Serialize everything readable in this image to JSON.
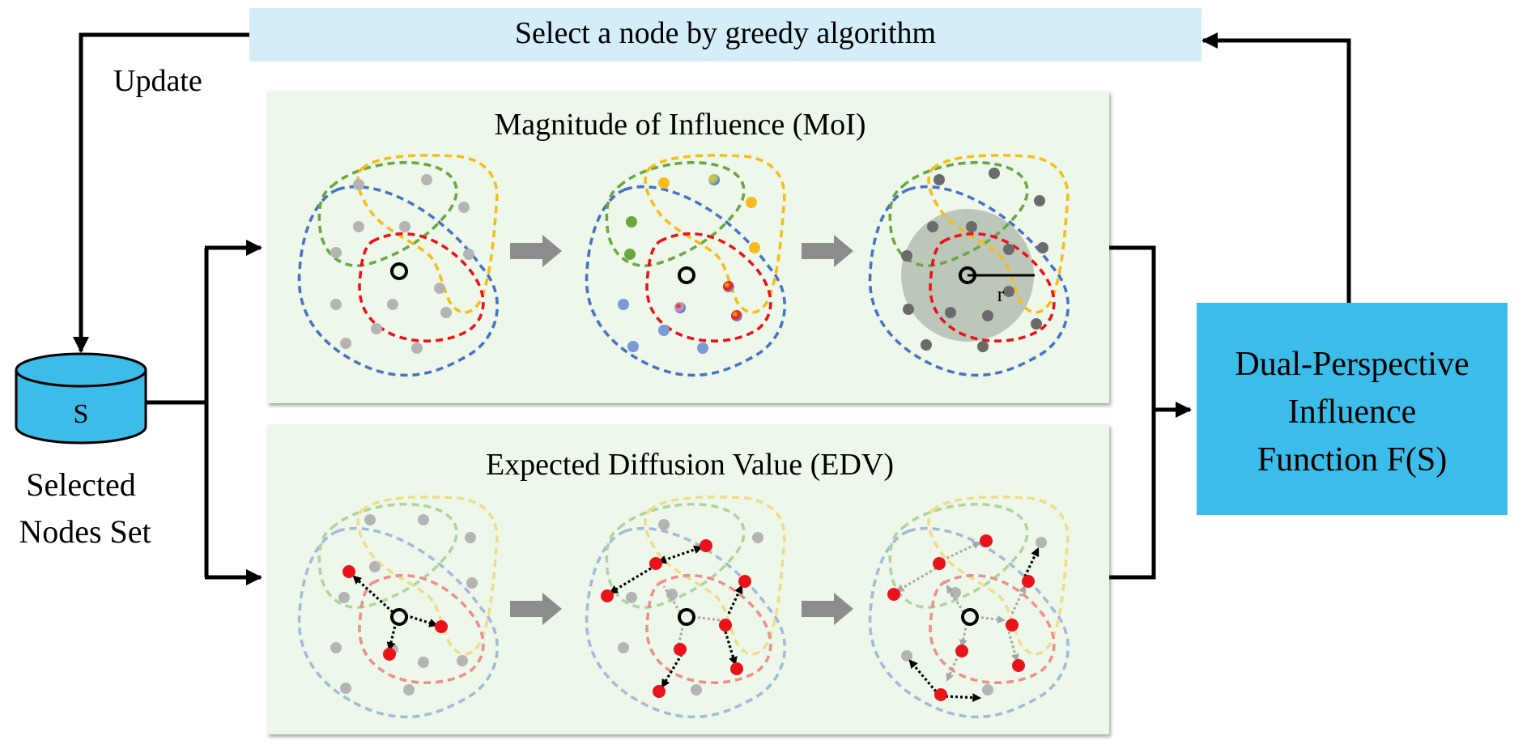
{
  "top_box": {
    "label": "Select a node by greedy algorithm"
  },
  "update_label": "Update",
  "nodes_set": {
    "symbol": "S",
    "caption_line1": "Selected",
    "caption_line2": "Nodes Set"
  },
  "moi_panel": {
    "title": "Magnitude of Influence (MoI)",
    "radius_label": "r"
  },
  "edv_panel": {
    "title": "Expected Diffusion Value (EDV)"
  },
  "function_box": {
    "line1": "Dual-Perspective",
    "line2": "Influence",
    "line3": "Function F(S)"
  },
  "colors": {
    "top_box_fill": "#d4eef9",
    "panel_fill": "#edf8ea",
    "function_box_fill": "#3cbde9",
    "cylinder_fill": "#3cbde9",
    "community_blue": "#4a72c4",
    "community_green": "#6aa743",
    "community_yellow": "#f5bd1b",
    "community_red": "#e8131b",
    "node_gray": "#b4b4b4",
    "node_dark": "#6b6b6b",
    "node_active": "#e8131b",
    "arrow_gray": "#8c8c8c"
  }
}
